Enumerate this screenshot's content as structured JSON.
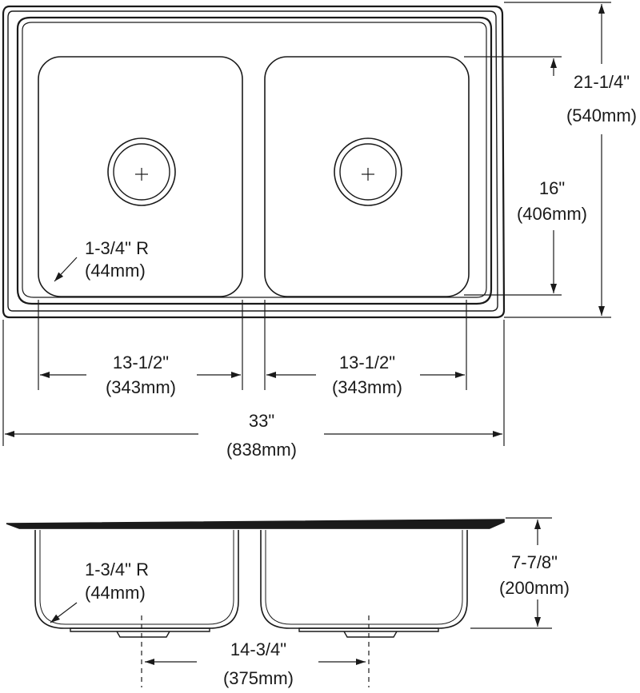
{
  "top_view": {
    "overall_depth": {
      "imperial": "21-1/4\"",
      "metric": "(540mm)"
    },
    "bowl_depth": {
      "imperial": "16\"",
      "metric": "(406mm)"
    },
    "corner_radius": {
      "imperial": "1-3/4\" R",
      "metric": "(44mm)"
    },
    "left_bowl_width": {
      "imperial": "13-1/2\"",
      "metric": "(343mm)"
    },
    "right_bowl_width": {
      "imperial": "13-1/2\"",
      "metric": "(343mm)"
    },
    "overall_width": {
      "imperial": "33\"",
      "metric": "(838mm)"
    }
  },
  "side_view": {
    "corner_radius": {
      "imperial": "1-3/4\" R",
      "metric": "(44mm)"
    },
    "bowl_height": {
      "imperial": "7-7/8\"",
      "metric": "(200mm)"
    },
    "drain_spacing": {
      "imperial": "14-3/4\"",
      "metric": "(375mm)"
    }
  },
  "colors": {
    "line": "#1a1a1a",
    "background": "#ffffff"
  }
}
